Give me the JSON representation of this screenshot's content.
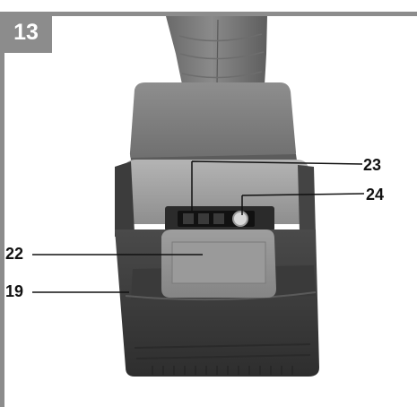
{
  "figure": {
    "number": "13"
  },
  "callouts": {
    "c23": "23",
    "c24": "24",
    "c22": "22",
    "c19": "19"
  },
  "colors": {
    "frame": "#8c8c8c",
    "tool_body": "#7c7c7c",
    "battery_top": "#a6a6a6",
    "battery_dark": "#3f3f3f"
  }
}
